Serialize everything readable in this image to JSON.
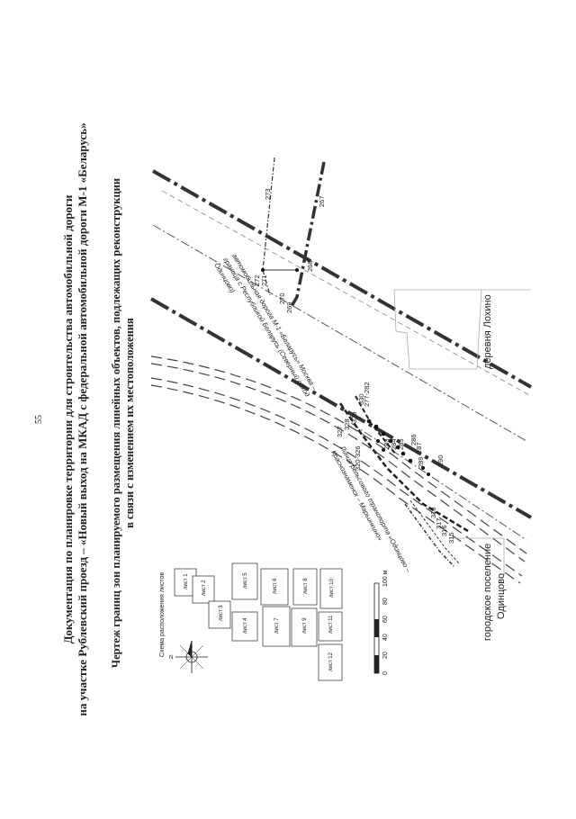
{
  "page_number": "55",
  "header": {
    "line1": "Документация по планировке территории для строительства автомобильной дороги",
    "line2": "на участке Рублевский проезд – «Новый выход на МКАД с федеральной автомобильной дороги М-1 «Беларусь»"
  },
  "drawing_title": {
    "line1": "Чертеж границ зон планируемого размещения линейных объектов, подлежащих реконструкции",
    "line2": "в связи с изменением  их местоположения"
  },
  "scheme": {
    "title": "Схема расположения листов",
    "sheets": [
      "лист 1",
      "лист 2",
      "лист 3",
      "лист 4",
      "лист 5",
      "лист 6",
      "лист 7",
      "лист 8",
      "лист 9",
      "лист 10",
      "лист 11",
      "лист 12"
    ]
  },
  "scale_bar": {
    "ticks": [
      "0",
      "20",
      "40",
      "60",
      "80",
      "100 м"
    ]
  },
  "map_labels": {
    "road_m1_a": "автомобильная дорога М-1 «Беларусь» Москва –",
    "road_m1_b": "граница с Республикой Беларусь (Северный обход",
    "road_m1_c": "Одинцово)",
    "rail_a": "Линия рельсового транспорта «Одинцово –",
    "rail_b": "Краснознаменск – Марьинкино»",
    "village": "деревня Лохино",
    "town_a": "городское поселение",
    "town_b": "Одинцово"
  },
  "point_labels": [
    "273",
    "272",
    "271",
    "270",
    "269",
    "268",
    "267",
    "277-282",
    "330",
    "329",
    "328",
    "327",
    "320-326",
    "283",
    "284",
    "285",
    "286",
    "287",
    "289",
    "290",
    "318",
    "317",
    "316",
    "315"
  ]
}
